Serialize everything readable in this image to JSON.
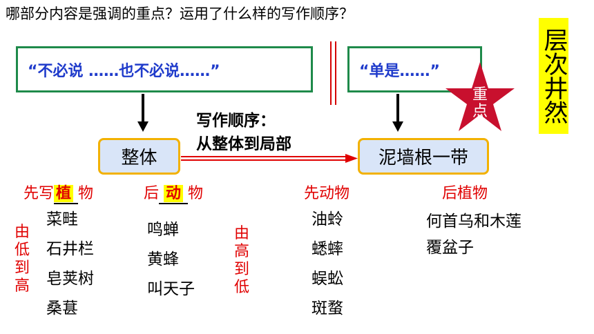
{
  "question": "哪部分内容是强调的重点？运用了什么样的写作顺序？",
  "box_left": "“不必说 ……也不必说……”",
  "box_right": "“单是……”",
  "star_text": "重点",
  "side_text": "层次井然",
  "pill_left": "整体",
  "pill_right": "泥墙根一带",
  "order_title": "写作顺序：",
  "order_text": "从整体到局部",
  "left_group": {
    "label_a_pre": "先写",
    "label_a_hl": "植",
    "label_a_post": "物",
    "label_b_pre": "后",
    "label_b_hl": "动",
    "label_b_post": "物",
    "vertical_a": "由低到高",
    "vertical_b": "由高到低",
    "plants": [
      "菜畦",
      "石井栏",
      "皂荚树",
      "桑葚"
    ],
    "animals": [
      "鸣蝉",
      "黄蜂",
      "叫天子"
    ]
  },
  "right_group": {
    "label_a": "先动物",
    "label_b": "后植物",
    "animals": [
      "油蛉",
      "蟋蟀",
      "蜈蚣",
      "斑蝥"
    ],
    "plants": [
      "何首乌和木莲",
      "覆盆子"
    ]
  },
  "colors": {
    "green_border": "#1e8a4a",
    "blue_text": "#1f3bcb",
    "red": "#e00000",
    "yellow": "#ffff00",
    "pill_fill": "#d9e5f8",
    "pill_border": "#f2b100",
    "star": "#c8102e"
  }
}
